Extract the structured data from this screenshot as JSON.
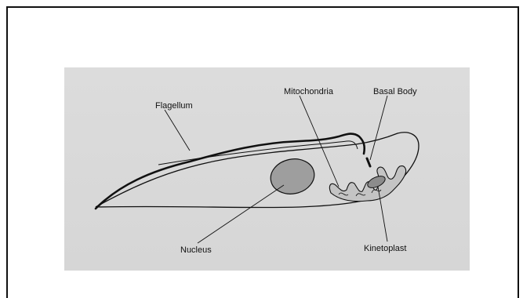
{
  "labels": {
    "flagellum": "Flagellum",
    "mitochondria": "Mitochondria",
    "basal_body": "Basal Body",
    "nucleus": "Nucleus",
    "kinetoplast": "Kinetoplast"
  },
  "colors": {
    "figure_background": "#d9d9d9",
    "nucleus_fill": "#9e9e9e",
    "kinetoplast_fill": "#8c8c8c",
    "outline": "#111111"
  }
}
